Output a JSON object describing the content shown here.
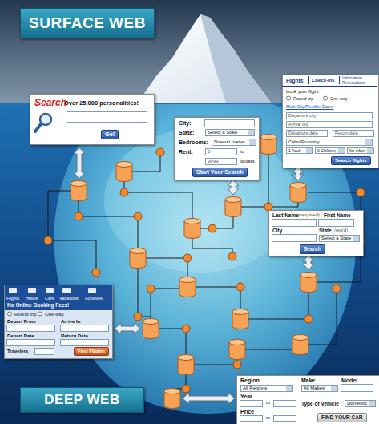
{
  "diagram": {
    "nodes": [
      {
        "text": [
          "SURFACE WEB"
        ]
      },
      {
        "text": [
          "Search",
          "Over 25,000 personalities!",
          "Go!"
        ]
      },
      {
        "text": [
          "City:",
          "State:",
          "Select a State",
          "Bedrooms:",
          "Doesn't matter",
          "Rent:",
          "0",
          "to",
          "9999",
          "dollars",
          "Start Your Search"
        ]
      },
      {
        "text": [
          "Flights",
          "Check-ins",
          "Information Reservations",
          "book your flight",
          "Round trip",
          "One way",
          "Multi-City/Flexible Dates",
          "Departure city",
          "Arrival city",
          "Departure date",
          "Return date",
          "Cabin/Economy",
          "1 Adult",
          "0 Children",
          "No infant",
          "Search flights"
        ]
      },
      {
        "text": [
          "Last Name",
          "(required)",
          "First Name",
          "City",
          "State",
          "(req'd)",
          "Select a State",
          "Search"
        ]
      },
      {
        "text": [
          "Flights",
          "Hotels",
          "Cars",
          "Vacations",
          "Activities",
          "No Online Booking Fees!",
          "Round trip",
          "One way",
          "Depart From",
          "Arrive In",
          "Depart Date",
          "Return Date",
          "Travelers",
          "Find Flights"
        ]
      },
      {
        "text": [
          "Region",
          "Make",
          "Model",
          "All Regions",
          "All Makes",
          "Year",
          "to",
          "Type of Vehicle",
          "Domestic",
          "Price",
          "to",
          "FIND YOUR CAR"
        ]
      },
      {
        "text": [
          "DEEP WEB"
        ]
      }
    ]
  }
}
